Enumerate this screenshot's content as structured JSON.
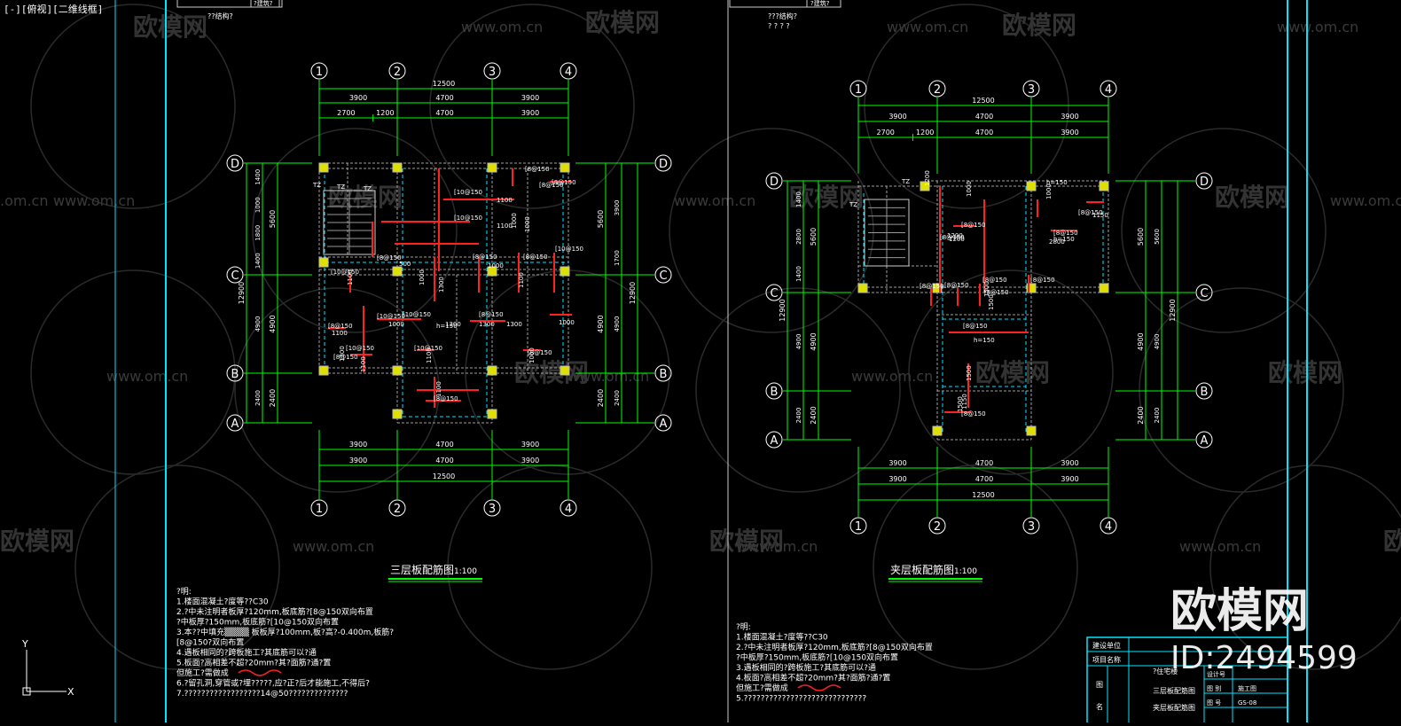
{
  "viewport_label": "[-][俯视][二维线框]",
  "colors": {
    "background": "#000000",
    "dim": "#00ff00",
    "axis": "#ffffff",
    "rebar": "#ff2020",
    "frame": "#00e5ff",
    "wall": "#c8c8c8",
    "text": "#ffffff",
    "yellow": "#e0e000",
    "title_line": "#00ff00"
  },
  "watermark": {
    "logo_text": "欧模网",
    "url_text": "www.om.cn",
    "partial_url": ".om.cn",
    "big_logo": "欧模网",
    "id_text": "ID:2494599"
  },
  "header_fragments": {
    "left_line1": "??结构?",
    "left_stamp": "?建筑?",
    "right_line1": "???结构?",
    "right_line2": "?  ?  ?  ?",
    "right_stamp": "?建筑?"
  },
  "left_plan": {
    "title": "三层板配筋图",
    "scale": "1:100",
    "grid_cols": [
      "1",
      "2",
      "3",
      "4"
    ],
    "grid_rows": [
      "D",
      "C",
      "B",
      "A"
    ],
    "top_dims": {
      "total": "12500",
      "row1": [
        "3900",
        "4700",
        "3900"
      ],
      "row2": [
        "2700",
        "1200",
        "4700",
        "3900"
      ]
    },
    "bottom_dims": {
      "row1": [
        "3900",
        "4700",
        "3900"
      ],
      "row2": [
        "3900",
        "4700",
        "3900"
      ],
      "total": "12500"
    },
    "left_dims": {
      "outer_total": "12900",
      "outer": [
        "5600",
        "4900",
        "2400"
      ],
      "inner": [
        "1400",
        "1000",
        "1800",
        "1400",
        "4900",
        "2400"
      ]
    },
    "right_dims": {
      "outer_total": "12900",
      "outer": [
        "5600",
        "4900",
        "2400"
      ],
      "inner": [
        "3900",
        "1700",
        "4900",
        "2400"
      ]
    },
    "labels": [
      "[10@150",
      "[10@150",
      "[8@150",
      "[8@150",
      "[8@150",
      "[8@150",
      "[8@150",
      "[10@150",
      "[8@150",
      "[10@150",
      "[10@150",
      "[8@150",
      "[8@150",
      "[10@150",
      "[8@150",
      "[8@150",
      "[10@150",
      "[10@150",
      "[8@150",
      "TZ",
      "TZ",
      "TZ",
      "h=150",
      "1100",
      "1100",
      "1000",
      "1000",
      "500",
      "1000",
      "1300",
      "1300",
      "1000",
      "1300",
      "1100",
      "1300",
      "1000",
      "1100",
      "1100",
      "1000",
      "1100",
      "1000",
      "1100",
      "1300",
      "1100"
    ],
    "notes": [
      "?明:",
      "1.楼面混凝土?度等??C30",
      "2.?中未注明者板厚?120mm,板底筋?[8@150双向布置",
      "  ?中板厚?150mm,板底筋?[10@150双向布置",
      "3.本??中填充▒▒▒▒  板板厚?100mm,板?高?-0.400m,板筋?",
      "  [8@150?双向布置",
      "4.遇板相同的?跨板施工?其底筋可以?通",
      "5.板面?高相差不超?20mm?其?面筋?通?置",
      "  但施工?需做成",
      "6.?留孔洞,穿管或?埋?????,应?正?后才能施工,不得后?",
      "7.??????????????????14@50??????????????"
    ]
  },
  "right_plan": {
    "title": "夹层板配筋图",
    "scale": "1:100",
    "grid_cols": [
      "1",
      "2",
      "3",
      "4"
    ],
    "grid_rows": [
      "D",
      "C",
      "B",
      "A"
    ],
    "top_dims": {
      "total": "12500",
      "row1": [
        "3900",
        "4700",
        "3900"
      ],
      "row2": [
        "2700",
        "1200",
        "4700",
        "3900"
      ]
    },
    "bottom_dims": {
      "row1": [
        "3900",
        "4700",
        "3900"
      ],
      "row2": [
        "3900",
        "4700",
        "3900"
      ],
      "total": "12500"
    },
    "left_dims": {
      "outer_total": "12900",
      "outer": [
        "5600",
        "4900",
        "2400"
      ],
      "inner": [
        "1400",
        "2800",
        "1400",
        "4900",
        "2400"
      ]
    },
    "right_dims": {
      "outer_total": "12900",
      "outer": [
        "5600",
        "4900",
        "2400"
      ],
      "inner": [
        "5600",
        "4900",
        "2400"
      ]
    },
    "labels": [
      "TZ",
      "TZ",
      "[8@150",
      "[8@150",
      "[8@150",
      "[8@150",
      "[8@150",
      "[8@150",
      "[8@150",
      "[8@150",
      "[8@150",
      "[8@150",
      "[8@150",
      "h=150",
      "h=150",
      "h=150",
      "1200",
      "1200",
      "1150",
      "2800",
      "1500",
      "1150",
      "1200",
      "1000",
      "1000",
      "1500",
      "1500",
      "1500"
    ],
    "notes": [
      "?明:",
      "1.楼面混凝土?度等??C30",
      "2.?中未注明者板厚?120mm,板底筋?[8@150双向布置",
      "  ?中板厚?150mm,板底筋?[10@150双向布置",
      "3.遇板相同的?跨板施工?其底筋可以?通",
      "4.板面?高相差不超?20mm?其?面筋?通?置",
      "  但施工?需做成",
      "5.?????????????????????????????"
    ]
  },
  "title_block": {
    "rows": [
      {
        "label": "建设单位",
        "value": ""
      },
      {
        "label": "项目名称",
        "value": ""
      }
    ],
    "drawing_name_label": "图",
    "drawing_name_label2": "名",
    "drawing_names": [
      "三层板配筋图",
      "夹层板配筋图"
    ],
    "fields": [
      {
        "label": "设计号",
        "value": ""
      },
      {
        "label": "图  别",
        "value": "施工图"
      },
      {
        "label": "图  号",
        "value": "GS-08"
      }
    ],
    "partial": "?住宅楼"
  },
  "ucs": {
    "y": "Y",
    "x": "X"
  }
}
